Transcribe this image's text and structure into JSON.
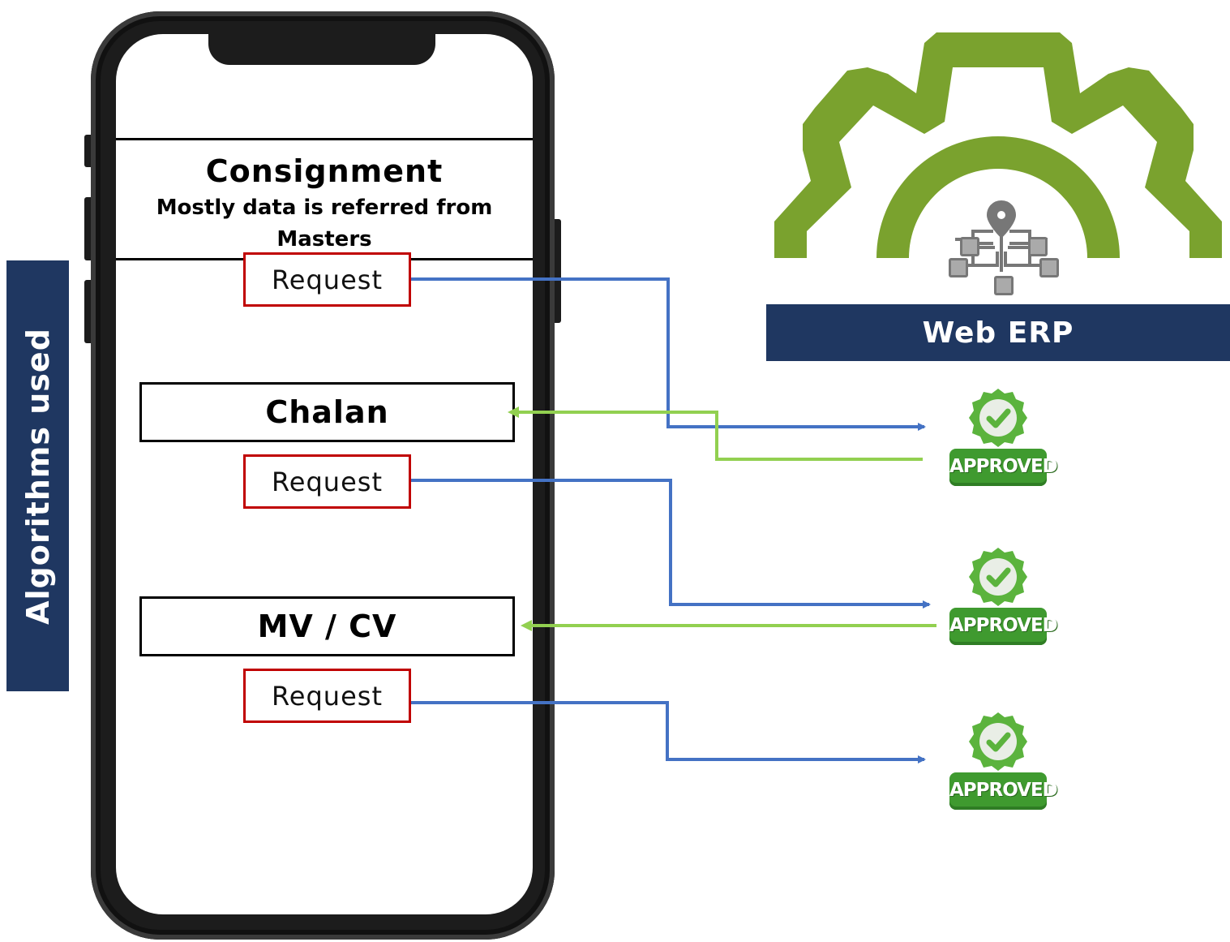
{
  "sidebar": {
    "label": "Algorithms used"
  },
  "phone": {
    "header_title": "Consignment",
    "header_subtitle": "Mostly data is referred from Masters",
    "request_label_1": "Request",
    "step_chalan": "Chalan",
    "request_label_2": "Request",
    "step_mvcv": "MV / CV",
    "request_label_3": "Request"
  },
  "erp": {
    "label": "Web ERP",
    "gear_color": "#7aa22e",
    "bar_color": "#1f3761",
    "icon": "network-location-icon"
  },
  "stamps": [
    {
      "label": "APPROVED"
    },
    {
      "label": "APPROVED"
    },
    {
      "label": "APPROVED"
    }
  ],
  "colors": {
    "request_flow": "#4472c4",
    "response_flow": "#92d050",
    "request_border": "#c00000"
  }
}
